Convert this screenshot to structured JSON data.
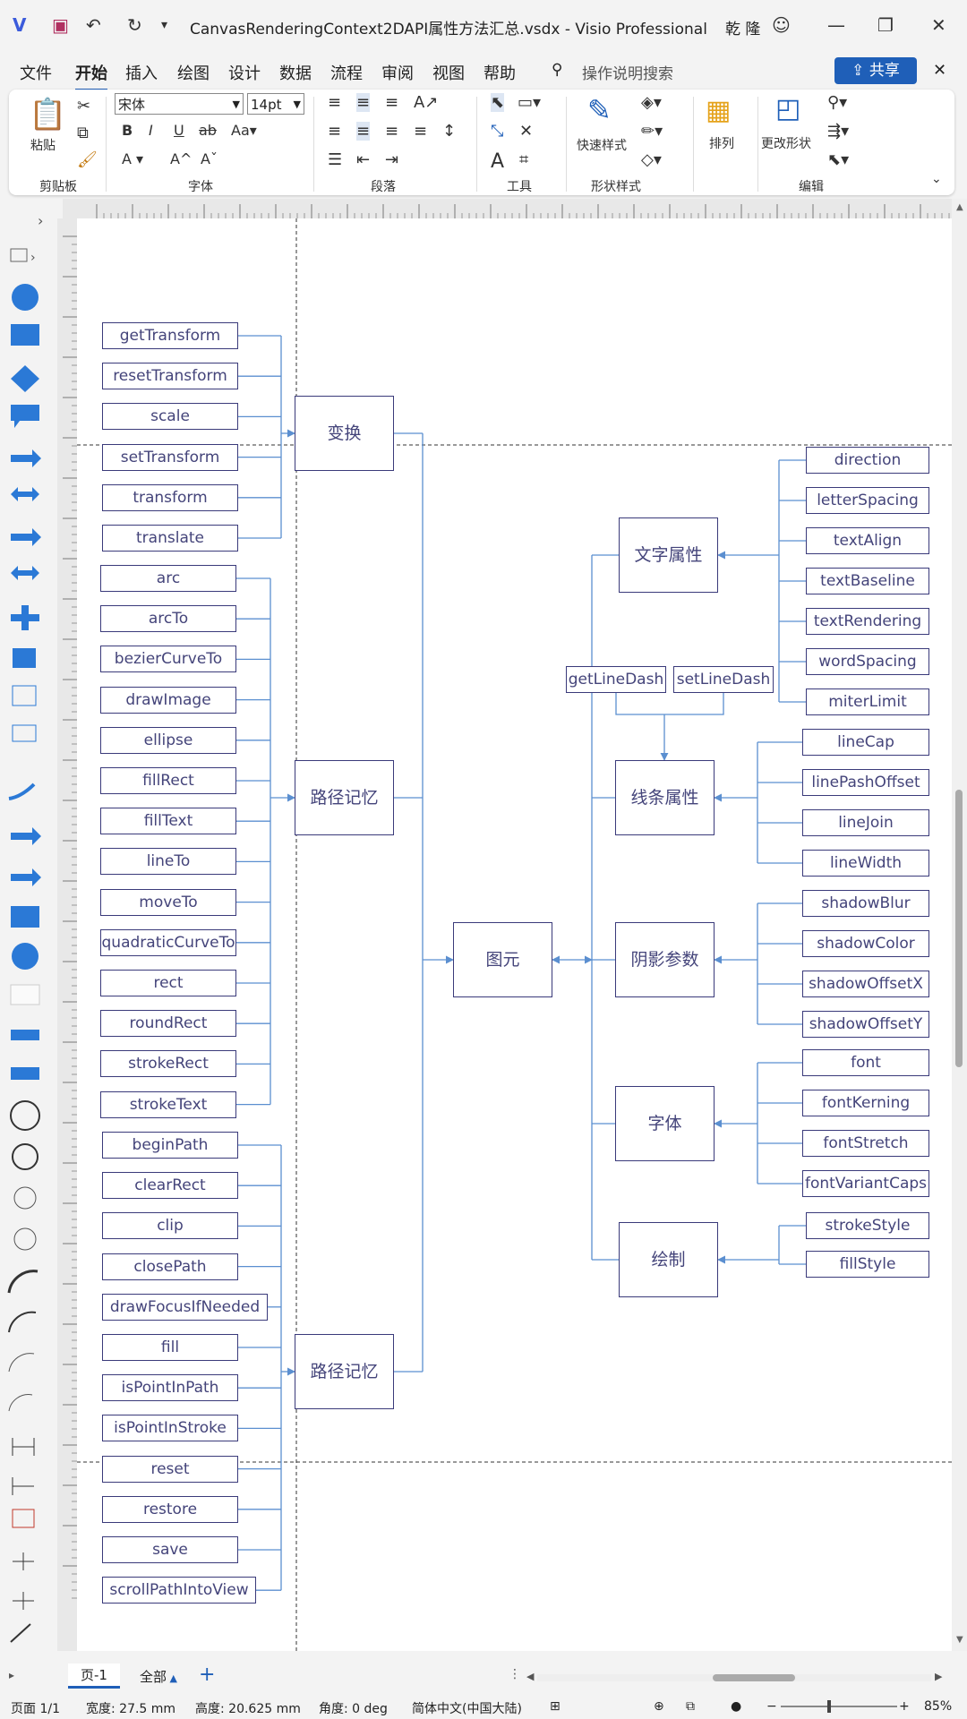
{
  "titlebar": {
    "title": "CanvasRenderingContext2DAPI属性方法汇总.vsdx  -  Visio Professional",
    "user": "乾 隆"
  },
  "menu": {
    "tabs": [
      "文件",
      "开始",
      "插入",
      "绘图",
      "设计",
      "数据",
      "流程",
      "审阅",
      "视图",
      "帮助"
    ],
    "search_label": "操作说明搜索",
    "share_label": "共享"
  },
  "ribbon": {
    "paste_label": "粘贴",
    "font_name": "宋体",
    "font_size": "14pt",
    "quick_style_label": "快速样式",
    "arrange_label": "排列",
    "change_shape_label": "更改形状",
    "groups": [
      "剪贴板",
      "字体",
      "段落",
      "工具",
      "形状样式",
      "编辑"
    ]
  },
  "diagram": {
    "center": "图元",
    "left_groups": [
      {
        "label": "变换",
        "items": [
          "getTransform",
          "resetTransform",
          "scale",
          "setTransform",
          "transform",
          "translate"
        ]
      },
      {
        "label": "路径记忆",
        "items": [
          "arc",
          "arcTo",
          "bezierCurveTo",
          "drawImage",
          "ellipse",
          "fillRect",
          "fillText",
          "lineTo",
          "moveTo",
          "quadraticCurveTo",
          "rect",
          "roundRect",
          "strokeRect",
          "strokeText"
        ]
      },
      {
        "label": "路径记忆",
        "items": [
          "beginPath",
          "clearRect",
          "clip",
          "closePath",
          "drawFocusIfNeeded",
          "fill",
          "isPointInPath",
          "isPointInStroke",
          "reset",
          "restore",
          "save",
          "scrollPathIntoView"
        ]
      }
    ],
    "right_groups": [
      {
        "label": "文字属性",
        "items": [
          "direction",
          "letterSpacing",
          "textAlign",
          "textBaseline",
          "textRendering",
          "wordSpacing",
          "miterLimit"
        ]
      },
      {
        "label": "线条属性",
        "items": [
          "lineCap",
          "linePashOffset",
          "lineJoin",
          "lineWidth"
        ]
      },
      {
        "label": "阴影参数",
        "items": [
          "shadowBlur",
          "shadowColor",
          "shadowOffsetX",
          "shadowOffsetY"
        ]
      },
      {
        "label": "字体",
        "items": [
          "font",
          "fontKerning",
          "fontStretch",
          "fontVariantCaps"
        ]
      },
      {
        "label": "绘制",
        "items": [
          "strokeStyle",
          "fillStyle"
        ]
      }
    ],
    "line_dash_items": [
      "getLineDash",
      "setLineDash"
    ]
  },
  "tabs": {
    "page": "页-1",
    "all": "全部"
  },
  "status": {
    "page": "页面 1/1",
    "width": "宽度: 27.5 mm",
    "height": "高度: 20.625 mm",
    "angle": "角度: 0 deg",
    "language": "简体中文(中国大陆)",
    "zoom": "85%"
  },
  "colors": {
    "accent": "#1f5fb8",
    "connector": "#5b8fd0",
    "box_text": "#44447a"
  }
}
